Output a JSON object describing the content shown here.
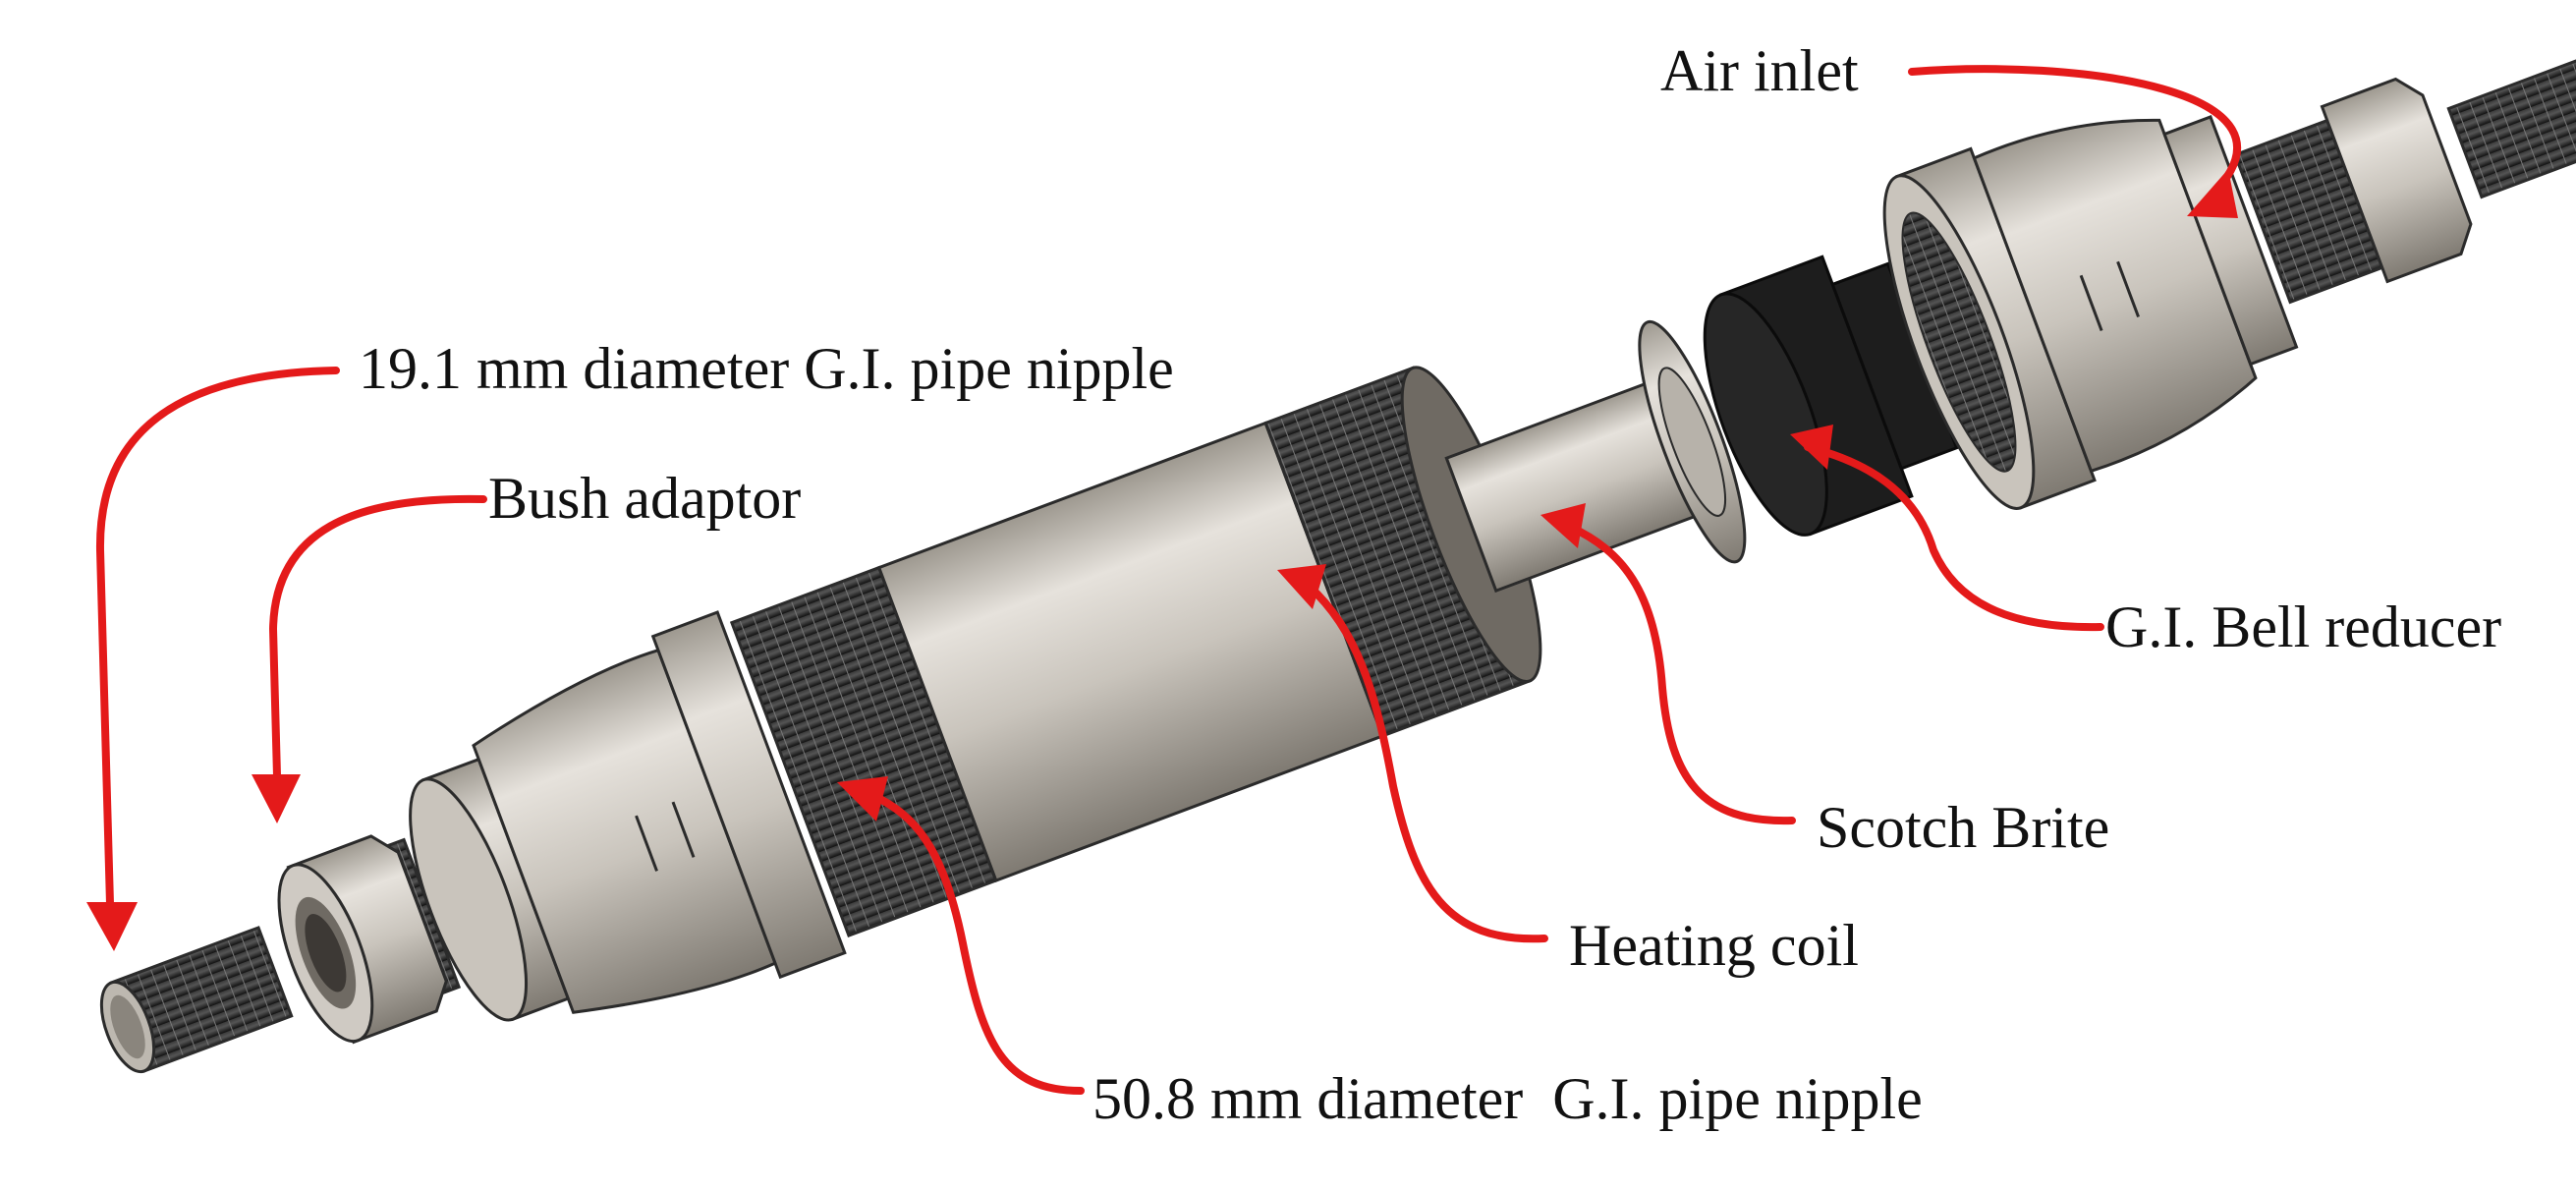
{
  "labels": {
    "air_inlet": "Air inlet",
    "small_nipple": "19.1 mm diameter G.I. pipe nipple",
    "bush_adaptor": "Bush adaptor",
    "bell_reducer": "G.I. Bell reducer",
    "scotch_brite": "Scotch Brite",
    "heating_coil": "Heating coil",
    "large_nipple": "50.8 mm diameter  G.I. pipe nipple"
  },
  "colors": {
    "arrow": "#e41a1a",
    "metal_light": "#d8d4ce",
    "metal_dark": "#8e8a84",
    "thread": "#262626",
    "text": "#111111"
  }
}
